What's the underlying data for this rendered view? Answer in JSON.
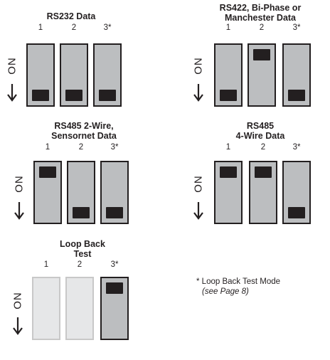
{
  "groups": [
    {
      "title_lines": [
        "RS232 Data"
      ],
      "positions": [
        "1",
        "2",
        "3*"
      ],
      "on_label": "ON",
      "switches": [
        {
          "state": "on",
          "faded": false
        },
        {
          "state": "on",
          "faded": false
        },
        {
          "state": "on",
          "faded": false
        }
      ]
    },
    {
      "title_lines": [
        "RS422, Bi-Phase or",
        "Manchester Data"
      ],
      "positions": [
        "1",
        "2",
        "3*"
      ],
      "on_label": "ON",
      "switches": [
        {
          "state": "on",
          "faded": false
        },
        {
          "state": "off",
          "faded": false
        },
        {
          "state": "on",
          "faded": false
        }
      ]
    },
    {
      "title_lines": [
        "RS485 2-Wire,",
        "Sensornet Data"
      ],
      "positions": [
        "1",
        "2",
        "3*"
      ],
      "on_label": "ON",
      "switches": [
        {
          "state": "off",
          "faded": false
        },
        {
          "state": "on",
          "faded": false
        },
        {
          "state": "on",
          "faded": false
        }
      ]
    },
    {
      "title_lines": [
        "RS485",
        "4-Wire Data"
      ],
      "positions": [
        "1",
        "2",
        "3*"
      ],
      "on_label": "ON",
      "switches": [
        {
          "state": "off",
          "faded": false
        },
        {
          "state": "off",
          "faded": false
        },
        {
          "state": "on",
          "faded": false
        }
      ]
    },
    {
      "title_lines": [
        "Loop Back",
        "Test"
      ],
      "positions": [
        "1",
        "2",
        "3*"
      ],
      "on_label": "ON",
      "switches": [
        {
          "state": null,
          "faded": true
        },
        {
          "state": null,
          "faded": true
        },
        {
          "state": "off",
          "faded": false
        }
      ]
    }
  ],
  "footnote": {
    "line1": "* Loop Back Test Mode",
    "line2": "(see Page 8)"
  },
  "colors": {
    "ink": "#231f20",
    "switch_fill": "#bcbec0",
    "faded_fill": "#e6e7e8",
    "faded_border": "#c8c8c8"
  }
}
